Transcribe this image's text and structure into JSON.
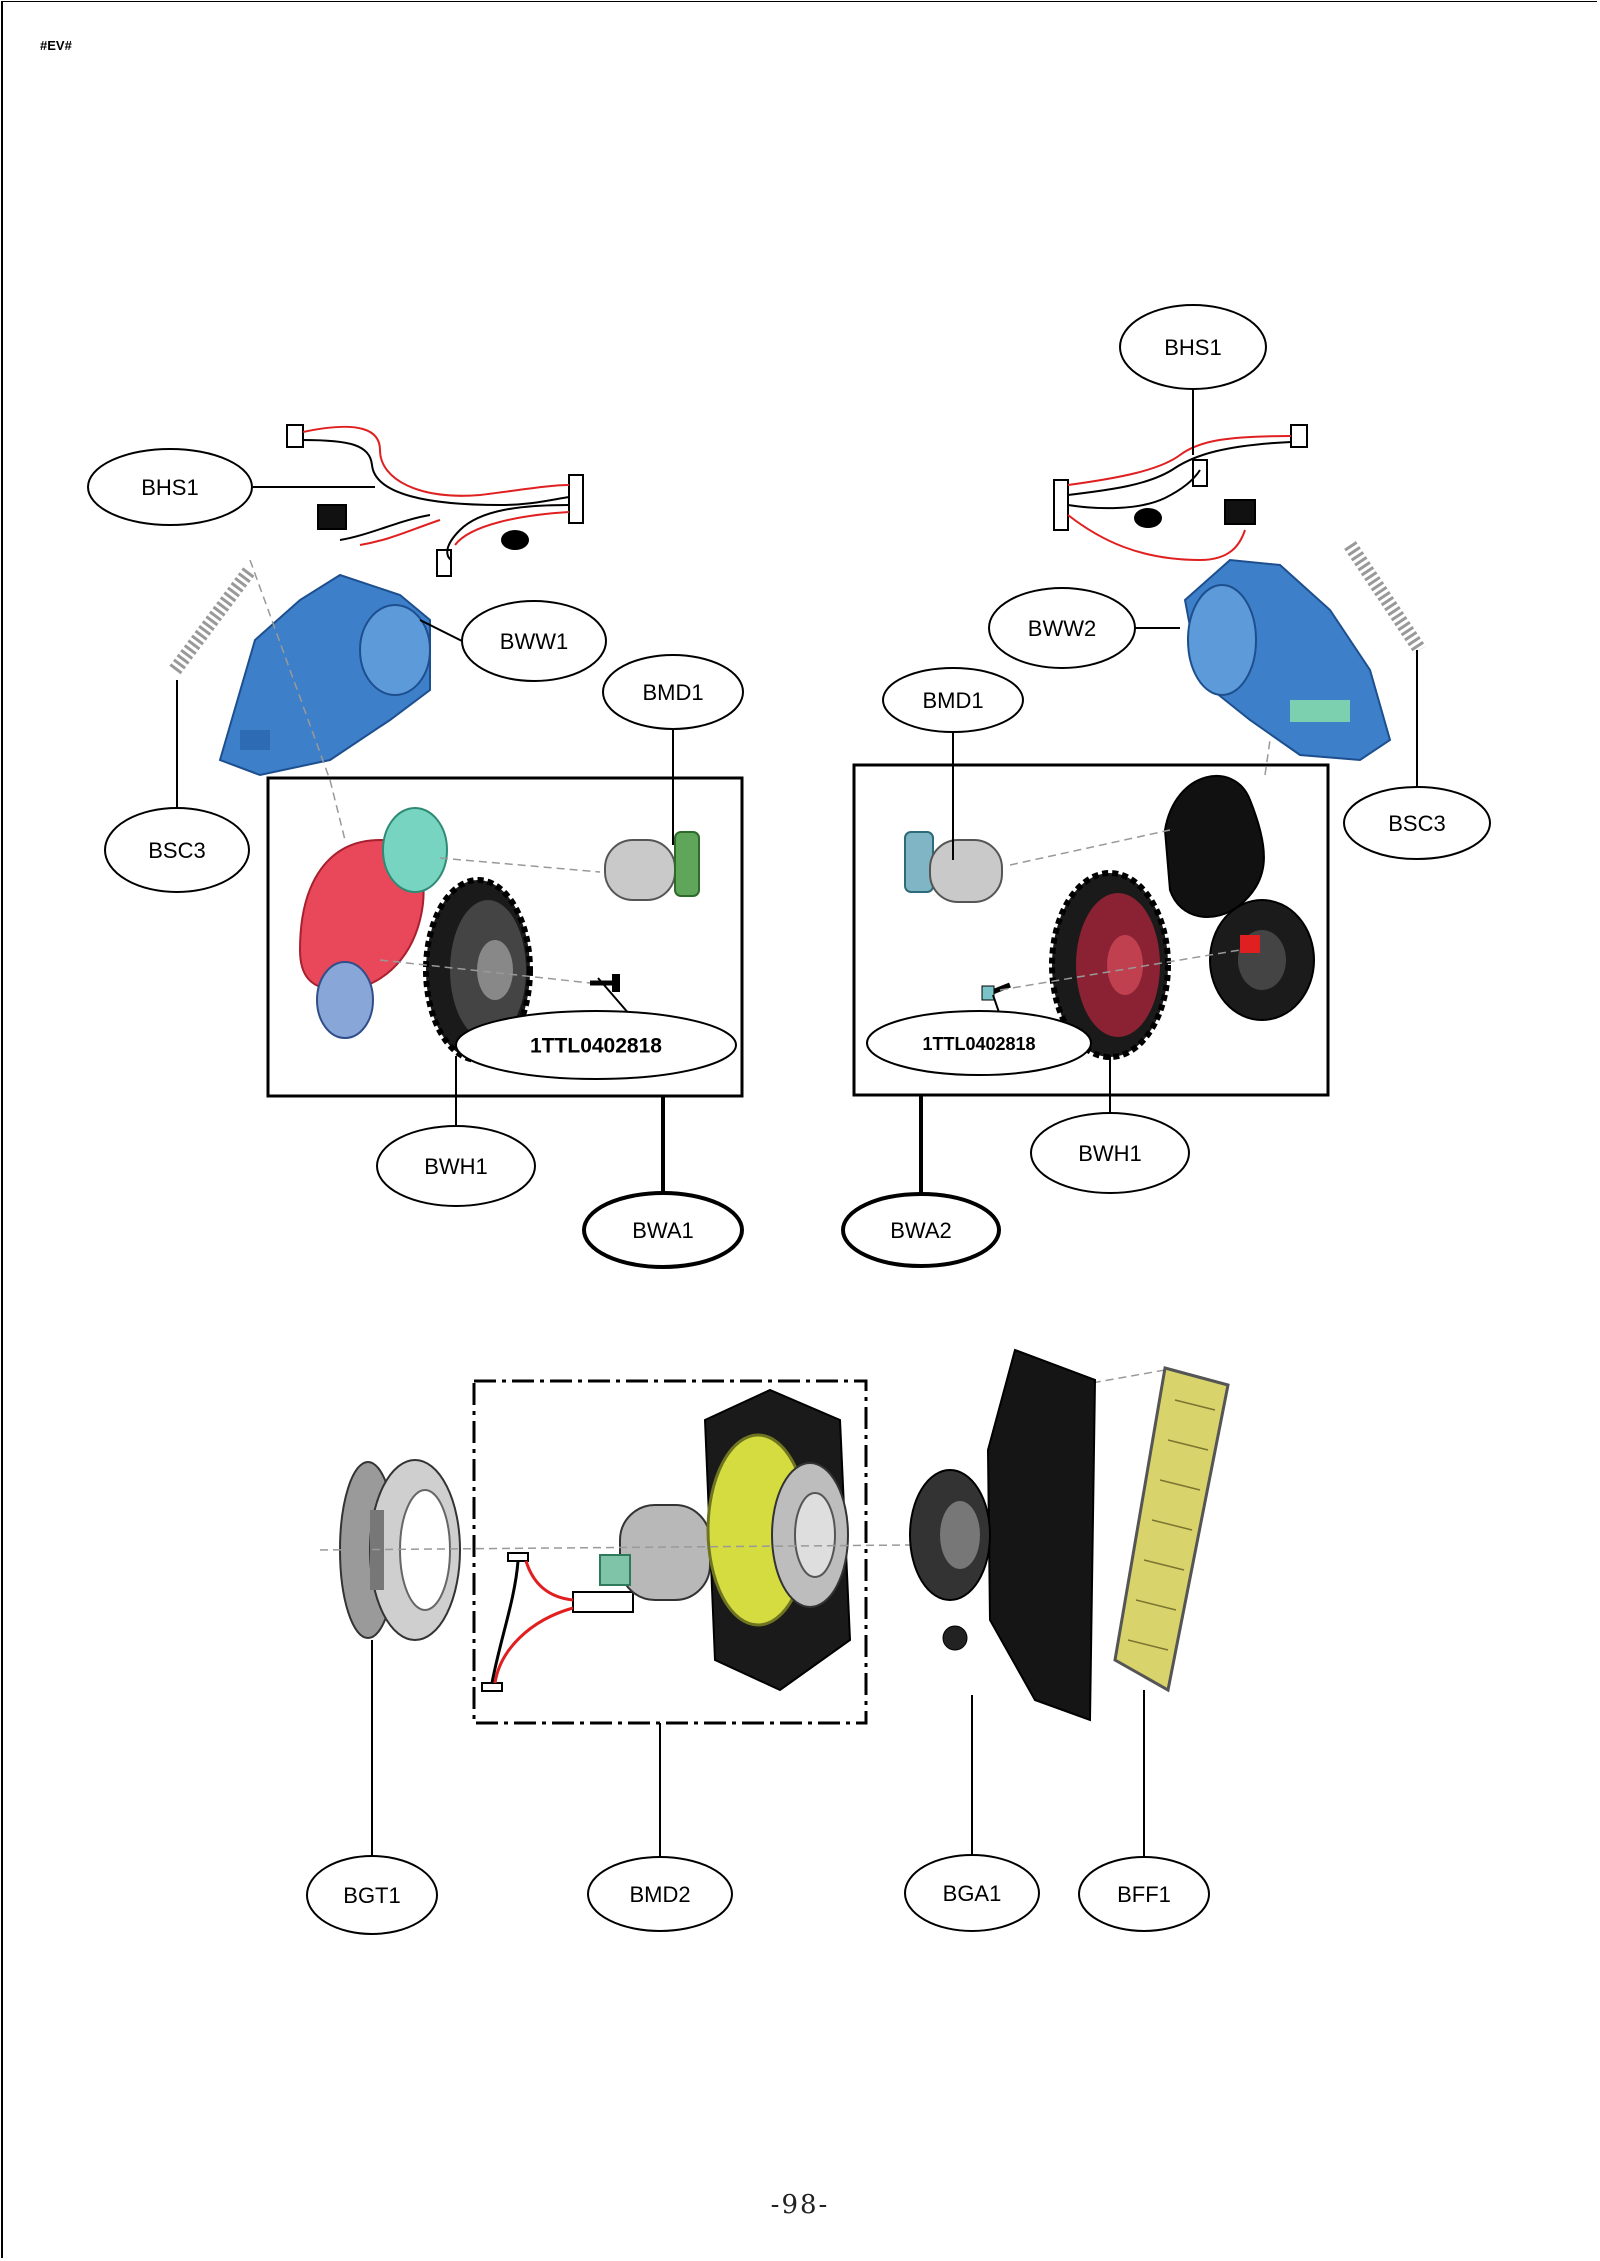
{
  "header": {
    "tag": "#EV#"
  },
  "callouts": {
    "bhs1_left": "BHS1",
    "bww1": "BWW1",
    "bmd1_left": "BMD1",
    "bsc3_left": "BSC3",
    "bwh1_left": "BWH1",
    "bwa1": "BWA1",
    "code_left": "1TTL0402818",
    "bhs1_right": "BHS1",
    "bww2": "BWW2",
    "bmd1_right": "BMD1",
    "bsc3_right": "BSC3",
    "bwh1_right": "BWH1",
    "bwa2": "BWA2",
    "code_right": "1TTL0402818",
    "bgt1": "BGT1",
    "bmd2": "BMD2",
    "bga1": "BGA1",
    "bff1": "BFF1"
  },
  "colors": {
    "housing_blue": "#3d7fc9",
    "wheel_red": "#e8485a",
    "wire_red": "#e02020",
    "filter_yellow": "#d8d36a",
    "motor_silver": "#c9c9c9"
  },
  "footer": {
    "page_number": "-98-"
  }
}
